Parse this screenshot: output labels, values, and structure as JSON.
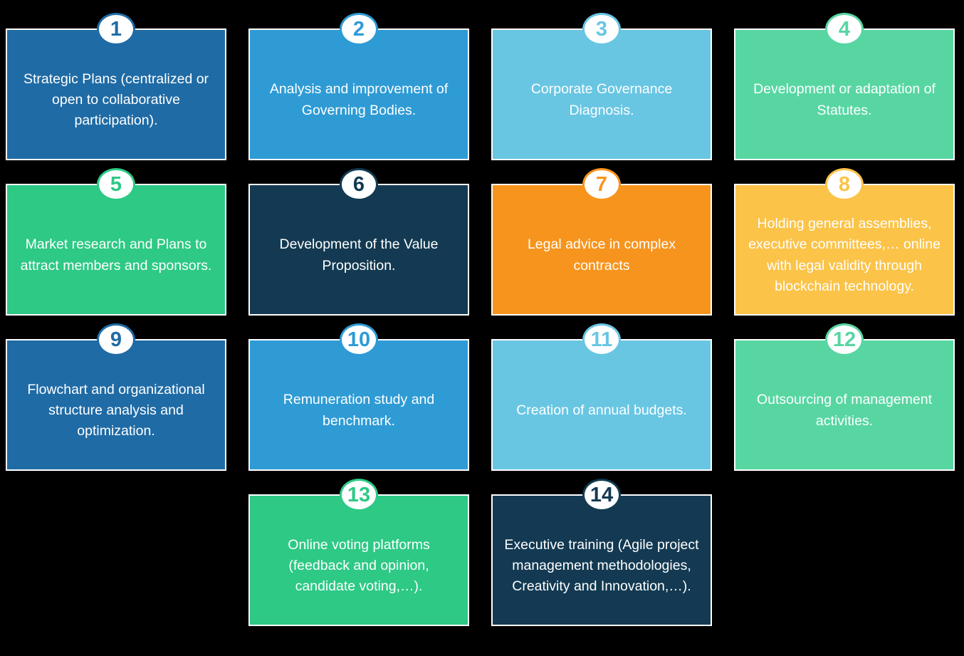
{
  "page": {
    "background_color": "#000000",
    "card_border_color": "#ffffff",
    "card_text_color": "#ffffff",
    "badge_background_color": "#ffffff"
  },
  "services": {
    "items": [
      {
        "number": "1",
        "label": "Strategic Plans (centralized or open to collaborative participation).",
        "color": "#1F6BA5",
        "accent": "#1F6BA5",
        "col": 1,
        "row": 1
      },
      {
        "number": "2",
        "label": "Analysis and improvement of Governing Bodies.",
        "color": "#2E9BD5",
        "accent": "#2E9BD5",
        "col": 2,
        "row": 1
      },
      {
        "number": "3",
        "label": "Corporate Governance Diagnosis.",
        "color": "#68C6E3",
        "accent": "#68C6E3",
        "col": 3,
        "row": 1
      },
      {
        "number": "4",
        "label": "Development or adaptation of Statutes.",
        "color": "#58D6A2",
        "accent": "#58D6A2",
        "col": 4,
        "row": 1
      },
      {
        "number": "5",
        "label": "Market research and Plans to attract members and sponsors.",
        "color": "#2DC985",
        "accent": "#2DC985",
        "col": 1,
        "row": 2
      },
      {
        "number": "6",
        "label": "Development of the Value Proposition.",
        "color": "#133A52",
        "accent": "#133A52",
        "col": 2,
        "row": 2
      },
      {
        "number": "7",
        "label": "Legal advice in complex contracts",
        "color": "#F7941D",
        "accent": "#F7941D",
        "col": 3,
        "row": 2
      },
      {
        "number": "8",
        "label": "Holding general assemblies, executive committees,… online with legal validity through blockchain technology.",
        "color": "#FBC348",
        "accent": "#FBC348",
        "col": 4,
        "row": 2
      },
      {
        "number": "9",
        "label": "Flowchart and organizational structure analysis and optimization.",
        "color": "#1F6BA5",
        "accent": "#1F6BA5",
        "col": 1,
        "row": 3
      },
      {
        "number": "10",
        "label": "Remuneration study and benchmark.",
        "color": "#2E9BD5",
        "accent": "#2E9BD5",
        "col": 2,
        "row": 3
      },
      {
        "number": "11",
        "label": "Creation of annual budgets.",
        "color": "#68C6E3",
        "accent": "#68C6E3",
        "col": 3,
        "row": 3
      },
      {
        "number": "12",
        "label": "Outsourcing of management activities.",
        "color": "#58D6A2",
        "accent": "#58D6A2",
        "col": 4,
        "row": 3
      },
      {
        "number": "13",
        "label": "Online voting platforms (feedback and opinion, candidate voting,…).",
        "color": "#2DC985",
        "accent": "#2DC985",
        "col": 2,
        "row": 4
      },
      {
        "number": "14",
        "label": "Executive training (Agile project management methodologies, Creativity and Innovation,…).",
        "color": "#133A52",
        "accent": "#133A52",
        "col": 3,
        "row": 4
      }
    ]
  }
}
